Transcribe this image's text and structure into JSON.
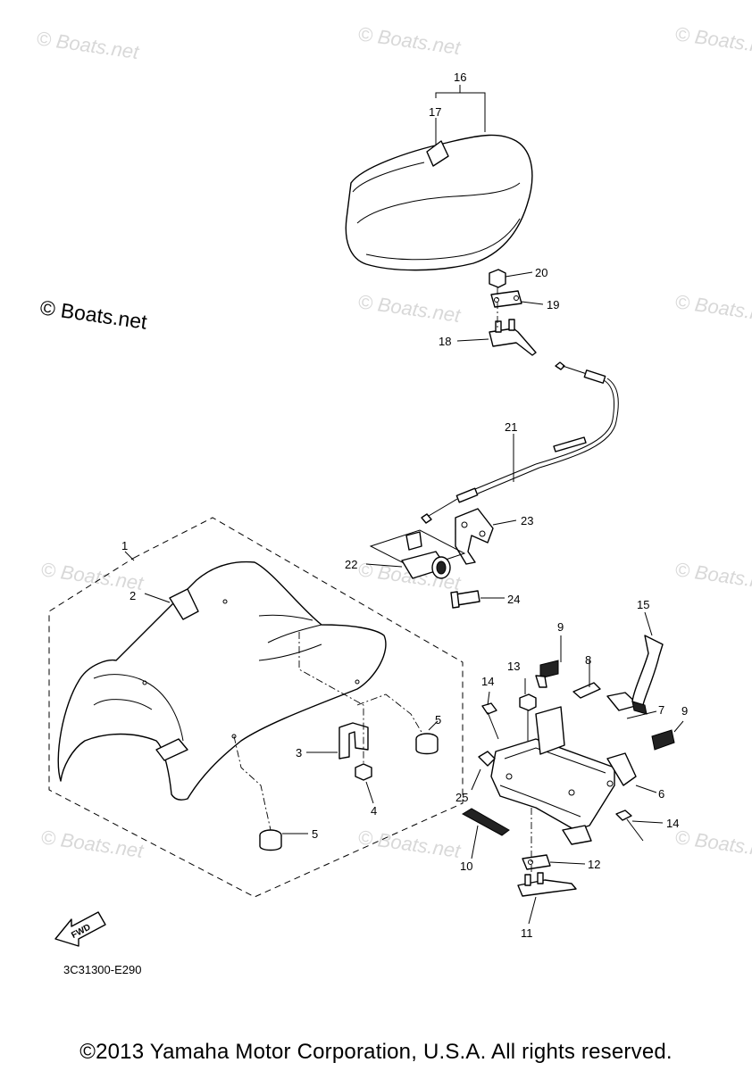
{
  "watermarks": {
    "text": "© Boats.net",
    "prominent": "© Boats.net"
  },
  "callouts": {
    "c1": "1",
    "c2": "2",
    "c3": "3",
    "c4": "4",
    "c5a": "5",
    "c5b": "5",
    "c6": "6",
    "c7": "7",
    "c8": "8",
    "c9a": "9",
    "c9b": "9",
    "c10": "10",
    "c11": "11",
    "c12": "12",
    "c13": "13",
    "c14a": "14",
    "c14b": "14",
    "c15": "15",
    "c16": "16",
    "c17": "17",
    "c18": "18",
    "c19": "19",
    "c20": "20",
    "c21": "21",
    "c22": "22",
    "c23": "23",
    "c24": "24",
    "c25": "25"
  },
  "fwd_label": "FWD",
  "diagram_code": "3C31300-E290",
  "copyright": "©2013 Yamaha Motor Corporation, U.S.A. All rights reserved."
}
